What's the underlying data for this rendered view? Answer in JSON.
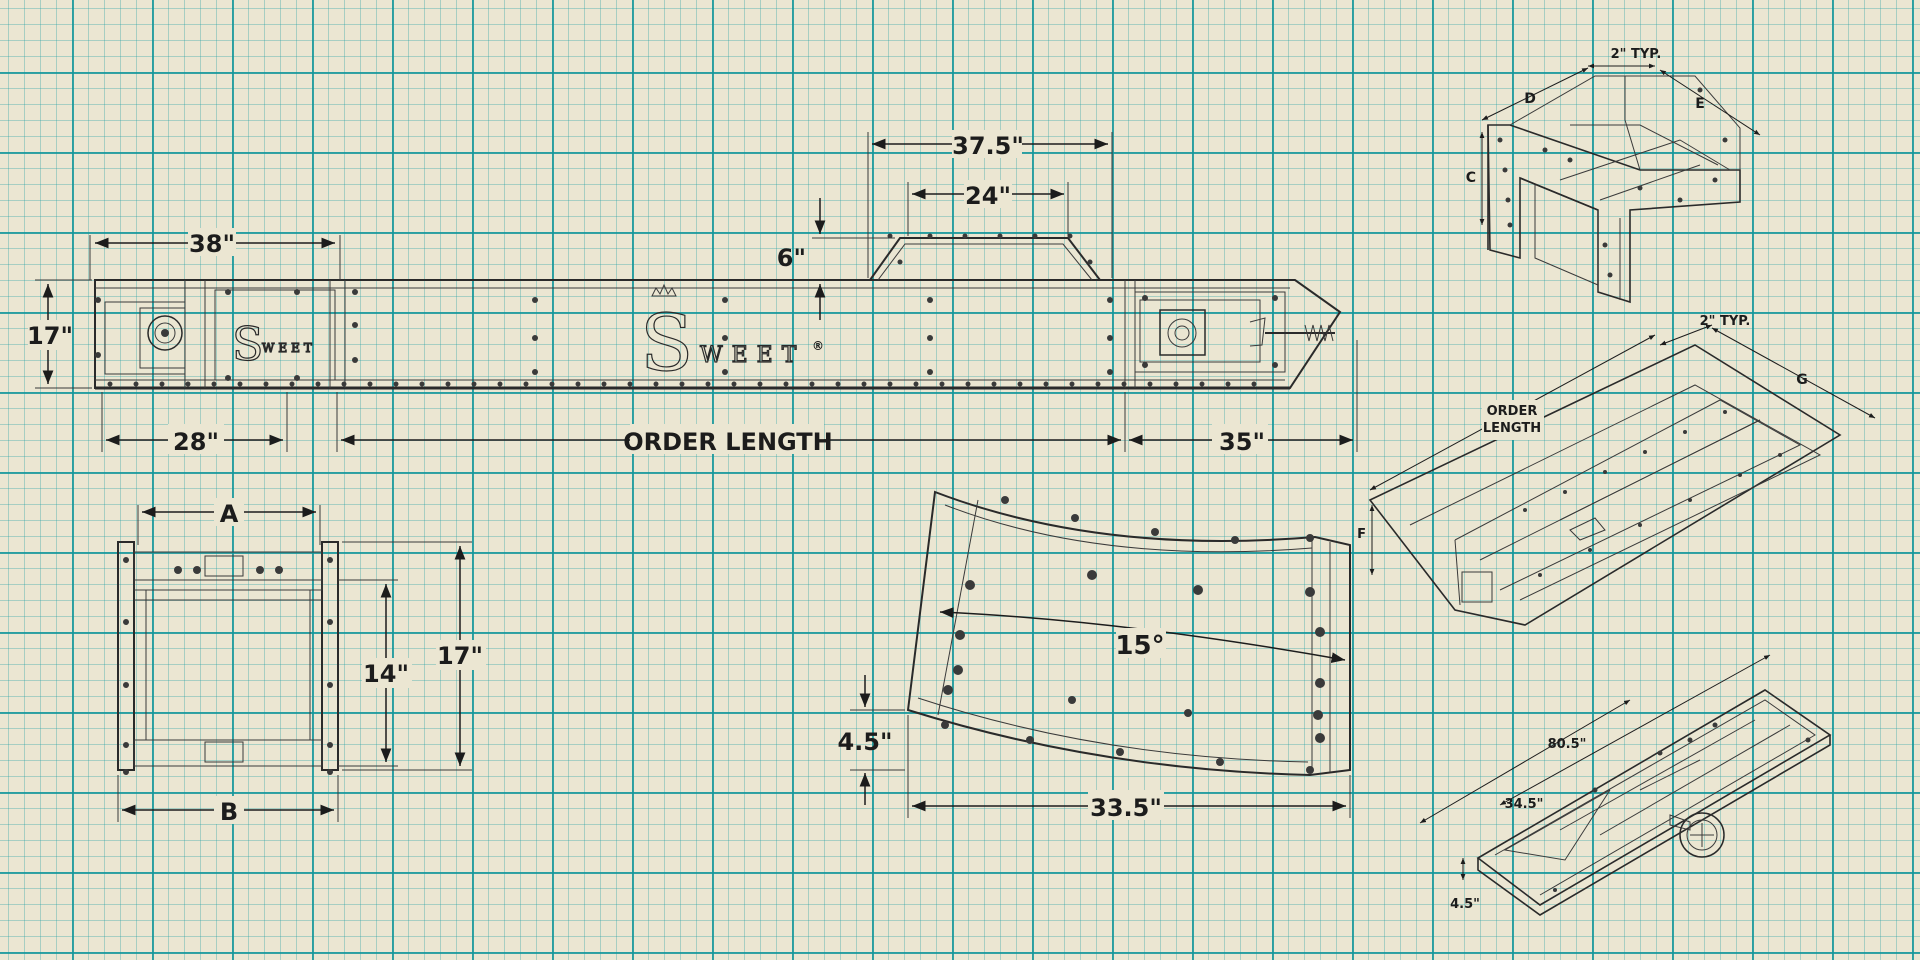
{
  "labels": {
    "top_38": "38\"",
    "top_37_5": "37.5\"",
    "top_24": "24\"",
    "top_6": "6\"",
    "left_17": "17\"",
    "bottom_28": "28\"",
    "order_length": "ORDER LENGTH",
    "bottom_35": "35\"",
    "end_a": "A",
    "end_b": "B",
    "end_14": "14\"",
    "end_17": "17\"",
    "curve_15": "15°",
    "curve_4_5": "4.5\"",
    "curve_33_5": "33.5\"",
    "iso1_2typ": "2\" TYP.",
    "iso1_d": "D",
    "iso1_e": "E",
    "iso1_c": "C",
    "iso2_2typ": "2\" TYP.",
    "iso2_g": "G",
    "iso2_order": "ORDER",
    "iso2_length": "LENGTH",
    "iso2_f": "F",
    "iso3_80_5": "80.5\"",
    "iso3_34_5": "34.5\"",
    "iso3_4_5": "4.5\""
  },
  "logo": {
    "main": "S",
    "sub": "WEET",
    "small_main": "S",
    "small_sub": "WEET",
    "reg": "®"
  },
  "colors": {
    "paper": "#ebe6d2",
    "grid": "#1496a0",
    "ink": "#1c1c1c"
  }
}
